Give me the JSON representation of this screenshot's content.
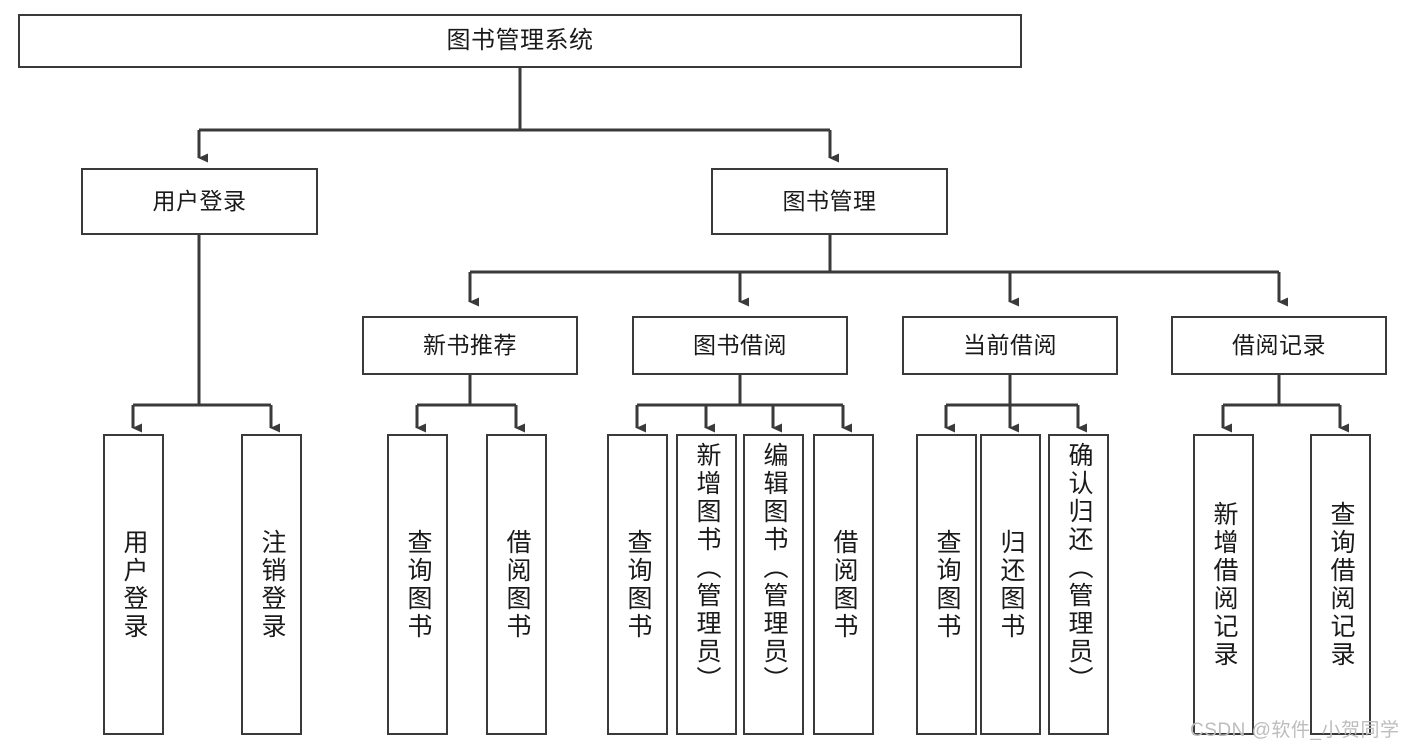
{
  "diagram": {
    "type": "tree-structure-chart",
    "title": "图书管理系统",
    "watermark": "CSDN @软件_小贺同学",
    "colors": {
      "box_border": "#3a3a3a",
      "box_fill": "#ffffff",
      "connector": "#3a3a3a",
      "text": "#1a1a1a",
      "watermark": "#bdbdbd",
      "background": "#ffffff"
    },
    "nodes": {
      "root": {
        "label": "图书管理系统"
      },
      "level2": [
        {
          "label": "用户登录"
        },
        {
          "label": "图书管理"
        }
      ],
      "level3": [
        {
          "label": "新书推荐"
        },
        {
          "label": "图书借阅"
        },
        {
          "label": "当前借阅"
        },
        {
          "label": "借阅记录"
        }
      ],
      "leaves": {
        "user_login": [
          {
            "label": "用户登录"
          },
          {
            "label": "注销登录"
          }
        ],
        "new_book_recommend": [
          {
            "label": "查询图书"
          },
          {
            "label": "借阅图书"
          }
        ],
        "book_borrow": [
          {
            "label": "查询图书"
          },
          {
            "label": "新增图书（管理员）"
          },
          {
            "label": "编辑图书（管理员）"
          },
          {
            "label": "借阅图书"
          }
        ],
        "current_borrow": [
          {
            "label": "查询图书"
          },
          {
            "label": "归还图书"
          },
          {
            "label": "确认归还（管理员）"
          }
        ],
        "borrow_record": [
          {
            "label": "新增借阅记录"
          },
          {
            "label": "查询借阅记录"
          }
        ]
      }
    }
  }
}
